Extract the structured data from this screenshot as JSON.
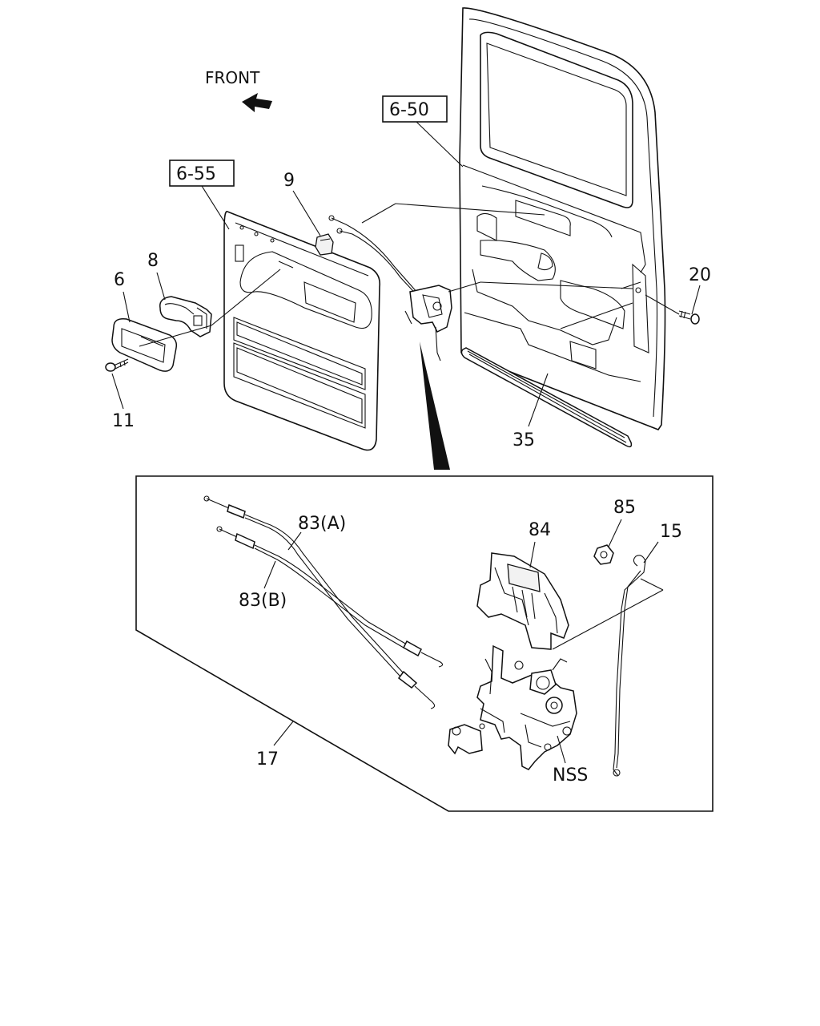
{
  "direction_label": "FRONT",
  "callouts": {
    "ref_6_50": "6-50",
    "ref_6_55": "6-55",
    "p6": "6",
    "p8": "8",
    "p9": "9",
    "p11": "11",
    "p20": "20",
    "p35": "35",
    "p83a": "83(A)",
    "p83b": "83(B)",
    "p84": "84",
    "p85": "85",
    "p15": "15",
    "p17": "17",
    "nss": "NSS"
  },
  "colors": {
    "ink": "#111111",
    "paper": "#ffffff"
  },
  "icons": [
    "front-arrow-icon"
  ]
}
